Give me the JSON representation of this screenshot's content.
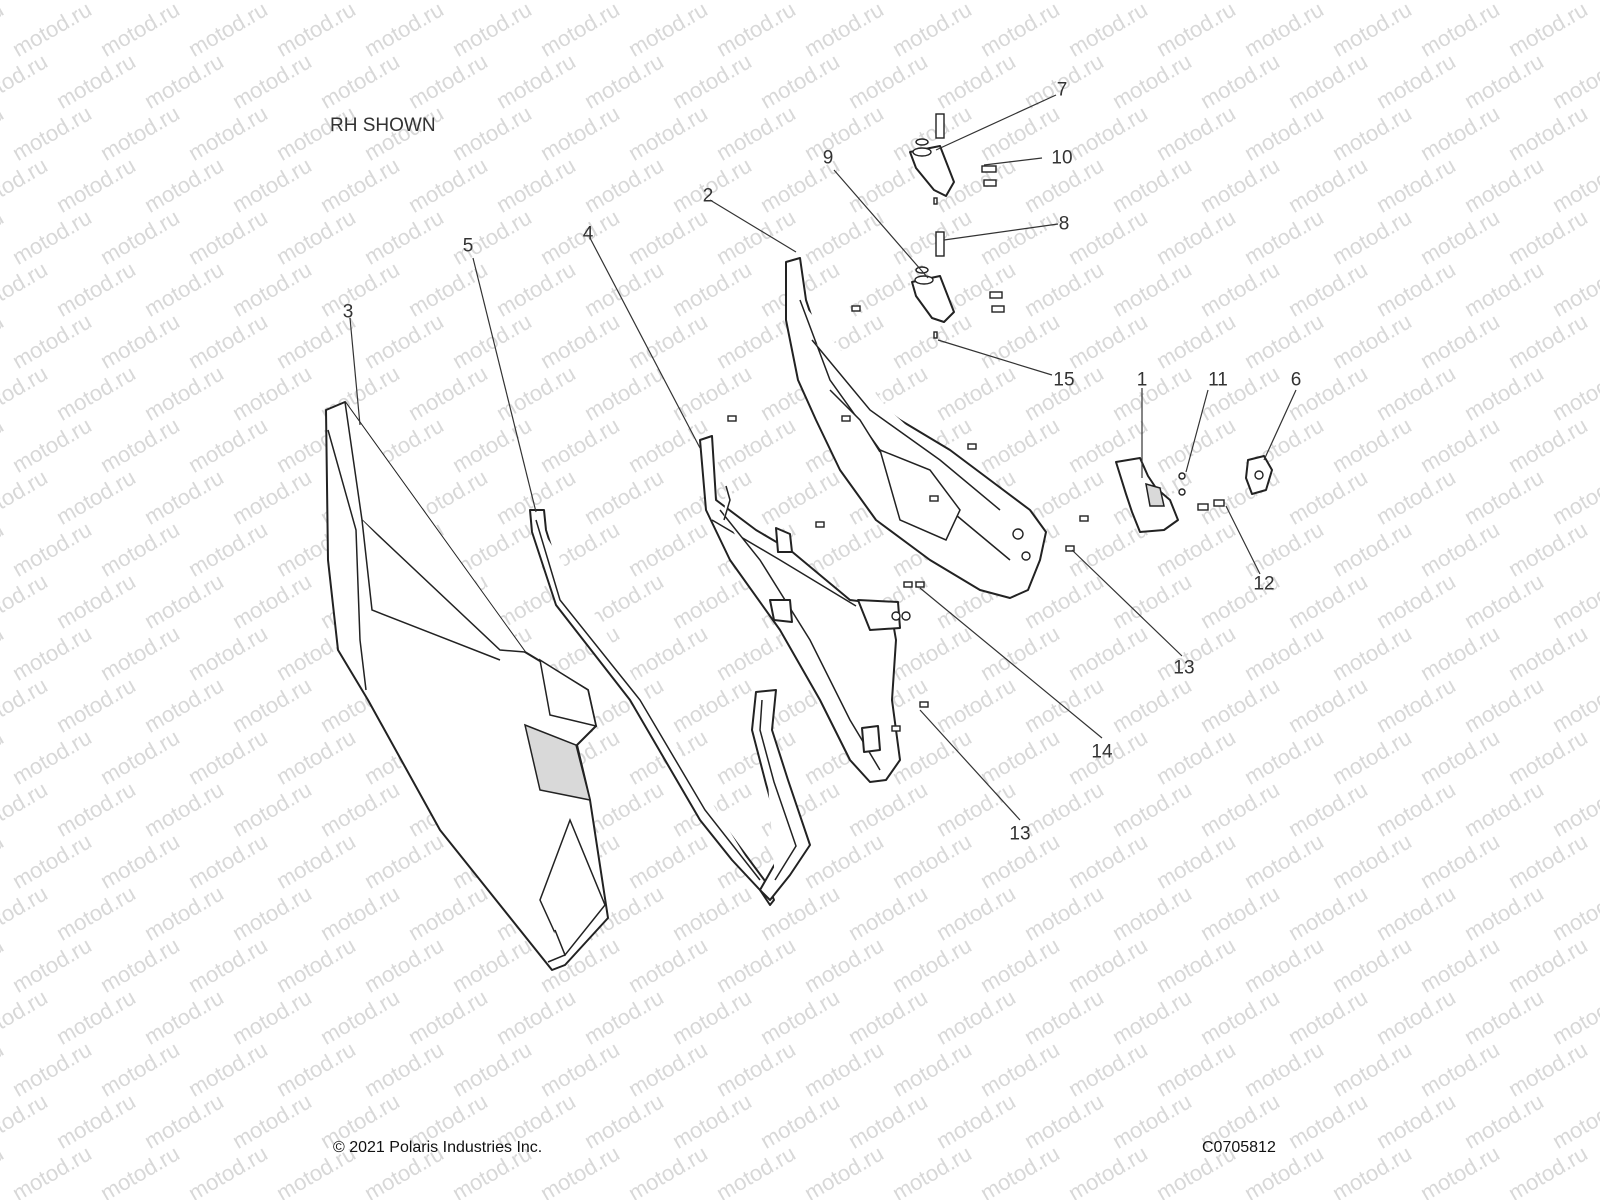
{
  "header": {
    "note": "RH SHOWN"
  },
  "footer": {
    "copyright": "© 2021 Polaris Industries Inc.",
    "drawing_id": "C0705812"
  },
  "watermark": {
    "text": "motod.ru",
    "color": "#d8d8d8"
  },
  "callouts": [
    {
      "id": "c1",
      "label": "1"
    },
    {
      "id": "c2",
      "label": "2"
    },
    {
      "id": "c3",
      "label": "3"
    },
    {
      "id": "c4",
      "label": "4"
    },
    {
      "id": "c5",
      "label": "5"
    },
    {
      "id": "c6",
      "label": "6"
    },
    {
      "id": "c7",
      "label": "7"
    },
    {
      "id": "c8",
      "label": "8"
    },
    {
      "id": "c9",
      "label": "9"
    },
    {
      "id": "c10",
      "label": "10"
    },
    {
      "id": "c11",
      "label": "11"
    },
    {
      "id": "c12",
      "label": "12"
    },
    {
      "id": "c13a",
      "label": "13"
    },
    {
      "id": "c13b",
      "label": "13"
    },
    {
      "id": "c14",
      "label": "14"
    },
    {
      "id": "c15",
      "label": "15"
    }
  ]
}
